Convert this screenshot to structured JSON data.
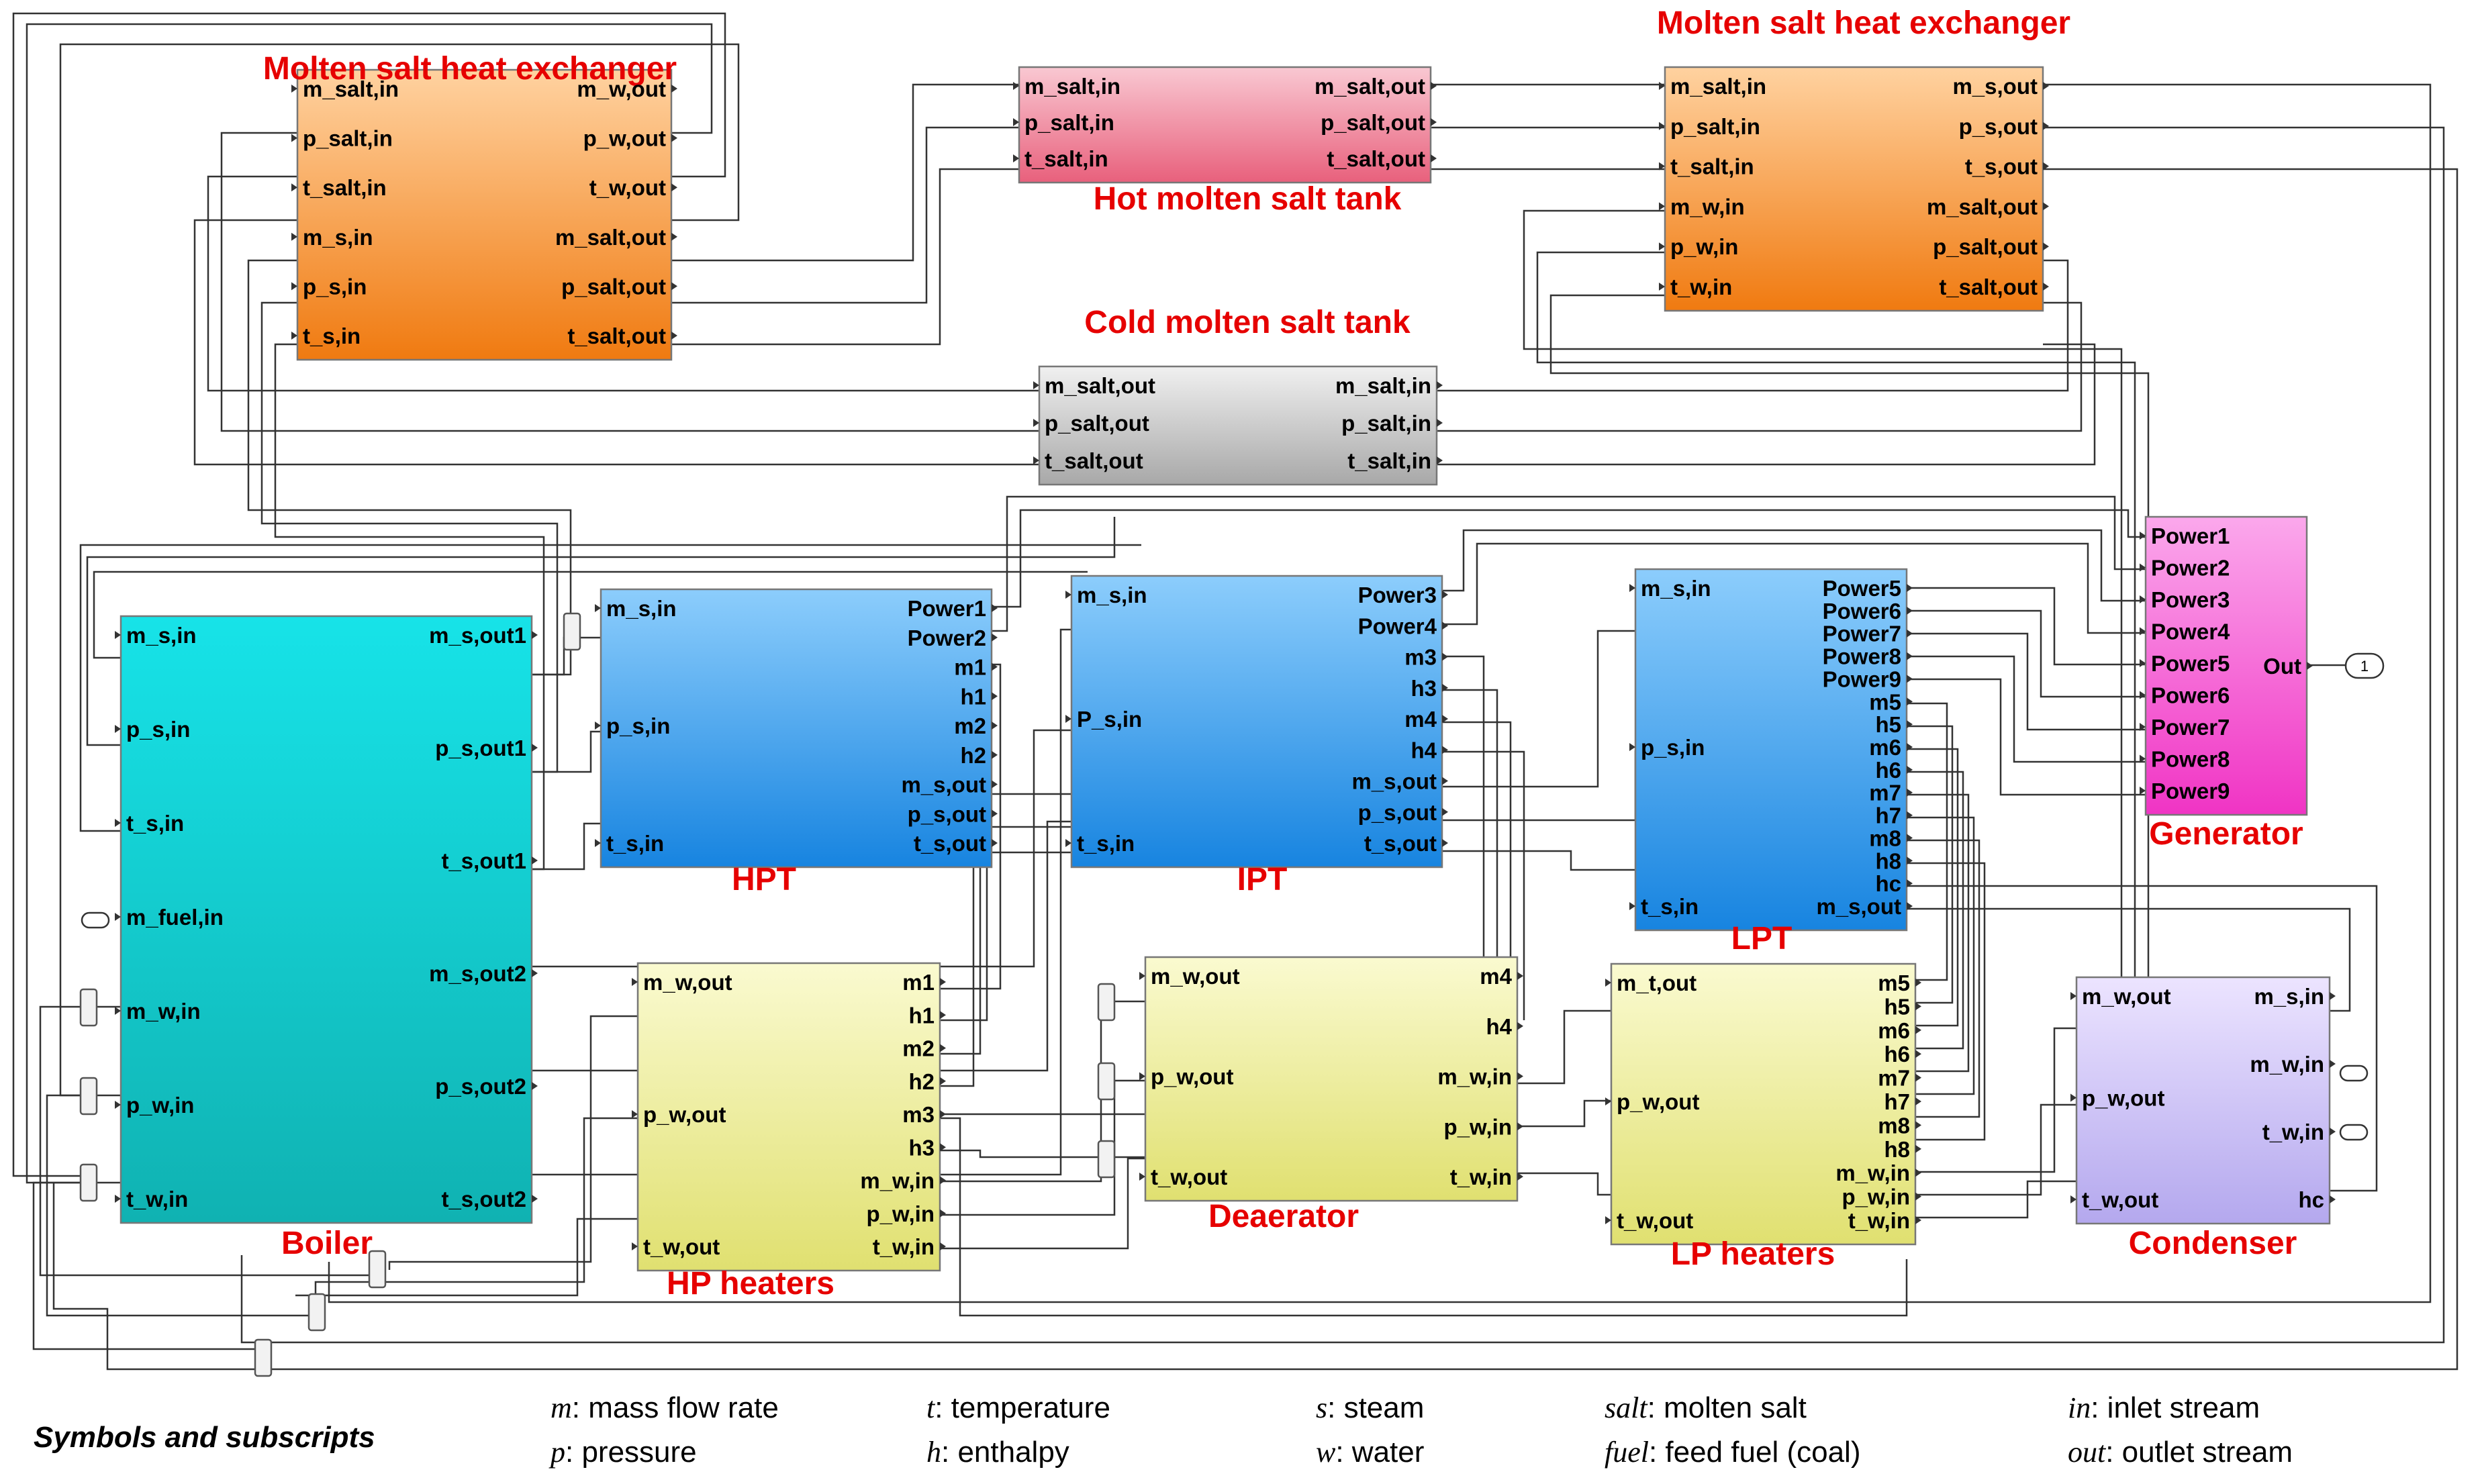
{
  "blocks": [
    {
      "key": "mshx1",
      "title": "Molten salt heat exchanger",
      "fill": "orange",
      "left": [
        "m_salt,in",
        "p_salt,in",
        "t_salt,in",
        "m_s,in",
        "p_s,in",
        "t_s,in"
      ],
      "right": [
        "m_w,out",
        "p_w,out",
        "t_w,out",
        "m_salt,out",
        "p_salt,out",
        "t_salt,out"
      ]
    },
    {
      "key": "hot_tank",
      "title": "Hot molten salt tank",
      "fill": "pink",
      "left": [
        "m_salt,in",
        "p_salt,in",
        "t_salt,in"
      ],
      "right": [
        "m_salt,out",
        "p_salt,out",
        "t_salt,out"
      ]
    },
    {
      "key": "mshx2",
      "title": "Molten salt heat exchanger",
      "fill": "orange",
      "left": [
        "m_salt,in",
        "p_salt,in",
        "t_salt,in",
        "m_w,in",
        "p_w,in",
        "t_w,in"
      ],
      "right": [
        "m_s,out",
        "p_s,out",
        "t_s,out",
        "m_salt,out",
        "p_salt,out",
        "t_salt,out"
      ]
    },
    {
      "key": "cold_tank",
      "title": "Cold molten salt tank",
      "fill": "gray",
      "left": [
        "m_salt,out",
        "p_salt,out",
        "t_salt,out"
      ],
      "right": [
        "m_salt,in",
        "p_salt,in",
        "t_salt,in"
      ]
    },
    {
      "key": "boiler",
      "title": "Boiler",
      "fill": "cyan",
      "left": [
        "m_s,in",
        "p_s,in",
        "t_s,in",
        "m_fuel,in",
        "m_w,in",
        "p_w,in",
        "t_w,in"
      ],
      "right": [
        "m_s,out1",
        "p_s,out1",
        "t_s,out1",
        "m_s,out2",
        "p_s,out2",
        "t_s,out2"
      ]
    },
    {
      "key": "hpt",
      "title": "HPT",
      "fill": "blue",
      "left": [
        "m_s,in",
        "p_s,in",
        "t_s,in"
      ],
      "right": [
        "Power1",
        "Power2",
        "m1",
        "h1",
        "m2",
        "h2",
        "m_s,out",
        "p_s,out",
        "t_s,out"
      ]
    },
    {
      "key": "ipt",
      "title": "IPT",
      "fill": "blue",
      "left": [
        "m_s,in",
        "P_s,in",
        "t_s,in"
      ],
      "right": [
        "Power3",
        "Power4",
        "m3",
        "h3",
        "m4",
        "h4",
        "m_s,out",
        "p_s,out",
        "t_s,out"
      ]
    },
    {
      "key": "lpt",
      "title": "LPT",
      "fill": "blue",
      "left": [
        "m_s,in",
        "p_s,in",
        "t_s,in"
      ],
      "right": [
        "Power5",
        "Power6",
        "Power7",
        "Power8",
        "Power9",
        "m5",
        "h5",
        "m6",
        "h6",
        "m7",
        "h7",
        "m8",
        "h8",
        "hc",
        "m_s,out"
      ]
    },
    {
      "key": "generator",
      "title": "Generator",
      "fill": "magenta",
      "left": [
        "Power1",
        "Power2",
        "Power3",
        "Power4",
        "Power5",
        "Power6",
        "Power7",
        "Power8",
        "Power9"
      ],
      "right": [
        "Out"
      ]
    },
    {
      "key": "hp_heaters",
      "title": "HP heaters",
      "fill": "yellow",
      "left": [
        "m_w,out",
        "p_w,out",
        "t_w,out"
      ],
      "right": [
        "m1",
        "h1",
        "m2",
        "h2",
        "m3",
        "h3",
        "m_w,in",
        "p_w,in",
        "t_w,in"
      ]
    },
    {
      "key": "deaerator",
      "title": "Deaerator",
      "fill": "yellow",
      "left": [
        "m_w,out",
        "p_w,out",
        "t_w,out"
      ],
      "right": [
        "m4",
        "h4",
        "m_w,in",
        "p_w,in",
        "t_w,in"
      ]
    },
    {
      "key": "lp_heaters",
      "title": "LP heaters",
      "fill": "yellow",
      "left": [
        "m_t,out",
        "p_w,out",
        "t_w,out"
      ],
      "right": [
        "m5",
        "h5",
        "m6",
        "h6",
        "m7",
        "h7",
        "m8",
        "h8",
        "m_w,in",
        "p_w,in",
        "t_w,in"
      ]
    },
    {
      "key": "condenser",
      "title": "Condenser",
      "fill": "purple",
      "left": [
        "m_w,out",
        "p_w,out",
        "t_w,out"
      ],
      "right": [
        "m_s,in",
        "m_w,in",
        "t_w,in",
        "hc"
      ]
    }
  ],
  "output_port_label": "1",
  "legend": {
    "heading": "Symbols and subscripts",
    "items": [
      {
        "sym": "m",
        "desc": ": mass flow rate"
      },
      {
        "sym": "p",
        "desc": ": pressure"
      },
      {
        "sym": "t",
        "desc": ": temperature"
      },
      {
        "sym": "h",
        "desc": ": enthalpy"
      },
      {
        "sym": "s",
        "desc": ": steam"
      },
      {
        "sym": "w",
        "desc": ": water"
      },
      {
        "sym": "salt",
        "desc": ": molten salt"
      },
      {
        "sym": "fuel",
        "desc": ": feed fuel (coal)"
      },
      {
        "sym": "in",
        "desc": ": inlet stream"
      },
      {
        "sym": "out",
        "desc": ": outlet stream"
      }
    ]
  },
  "colors": {
    "orange": [
      "#ffd2a0",
      "#f07a10"
    ],
    "pink": [
      "#f9c8d2",
      "#e8607c"
    ],
    "gray": [
      "#f0f0f0",
      "#a8a8a8"
    ],
    "cyan": [
      "#17e3e8",
      "#10b2b2"
    ],
    "blue": [
      "#8ccdfc",
      "#1784e0"
    ],
    "magenta": [
      "#fba8ec",
      "#f034c4"
    ],
    "yellow": [
      "#fafad0",
      "#e0e070"
    ],
    "purple": [
      "#ece4ff",
      "#b4a8ee"
    ],
    "title_red": "#e60000"
  }
}
